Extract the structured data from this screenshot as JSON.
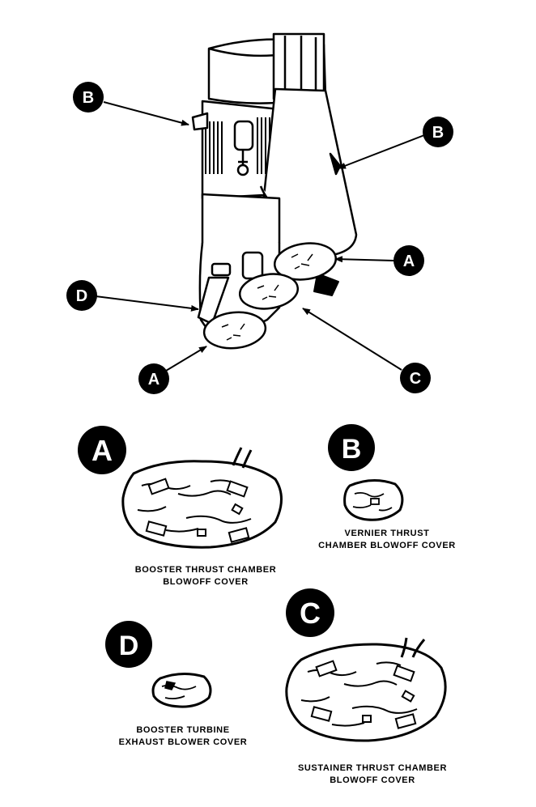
{
  "callouts": {
    "upper_left": "B",
    "upper_right": "B",
    "right_mid": "A",
    "left_mid": "D",
    "lower_left": "A",
    "lower_right": "C"
  },
  "details": {
    "booster_thrust": {
      "letter": "A",
      "caption_lines": [
        "BOOSTER THRUST CHAMBER",
        "BLOWOFF COVER"
      ]
    },
    "vernier_thrust": {
      "letter": "B",
      "caption_lines": [
        "VERNIER THRUST",
        "CHAMBER BLOWOFF COVER"
      ]
    },
    "booster_turbine": {
      "letter": "D",
      "caption_lines": [
        "BOOSTER TURBINE",
        "EXHAUST BLOWER COVER"
      ]
    },
    "sustainer_thrust": {
      "letter": "C",
      "caption_lines": [
        "SUSTAINER THRUST CHAMBER",
        "BLOWOFF COVER"
      ]
    }
  }
}
